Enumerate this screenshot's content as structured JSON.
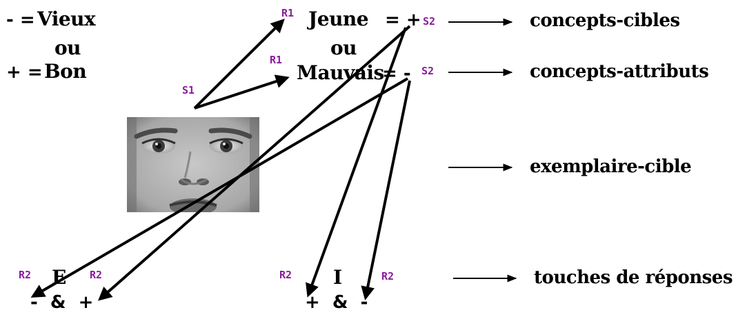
{
  "left_legend": {
    "line1_sym": "- =",
    "line1_word": "Vieux",
    "or": "ou",
    "line3_sym": "+ =",
    "line3_word": "Bon"
  },
  "center": {
    "target_concept": "Jeune",
    "target_sign": "= +",
    "or": "ou",
    "attribute_concept": "Mauvais",
    "attribute_sign": "= -"
  },
  "markers": {
    "r1": "R1",
    "r2": "R2",
    "s1": "S1",
    "s2": "S2",
    "color": "#8b1a9e"
  },
  "right_labels": {
    "target_concepts": "concepts-cibles",
    "attribute_concepts": "concepts-attributs",
    "target_exemplar": "exemplaire-cible",
    "response_keys": "touches de réponses"
  },
  "keys": {
    "left_letter": "E",
    "left_signs": "-  &  +",
    "right_letter": "I",
    "right_signs": "+  &  -"
  }
}
